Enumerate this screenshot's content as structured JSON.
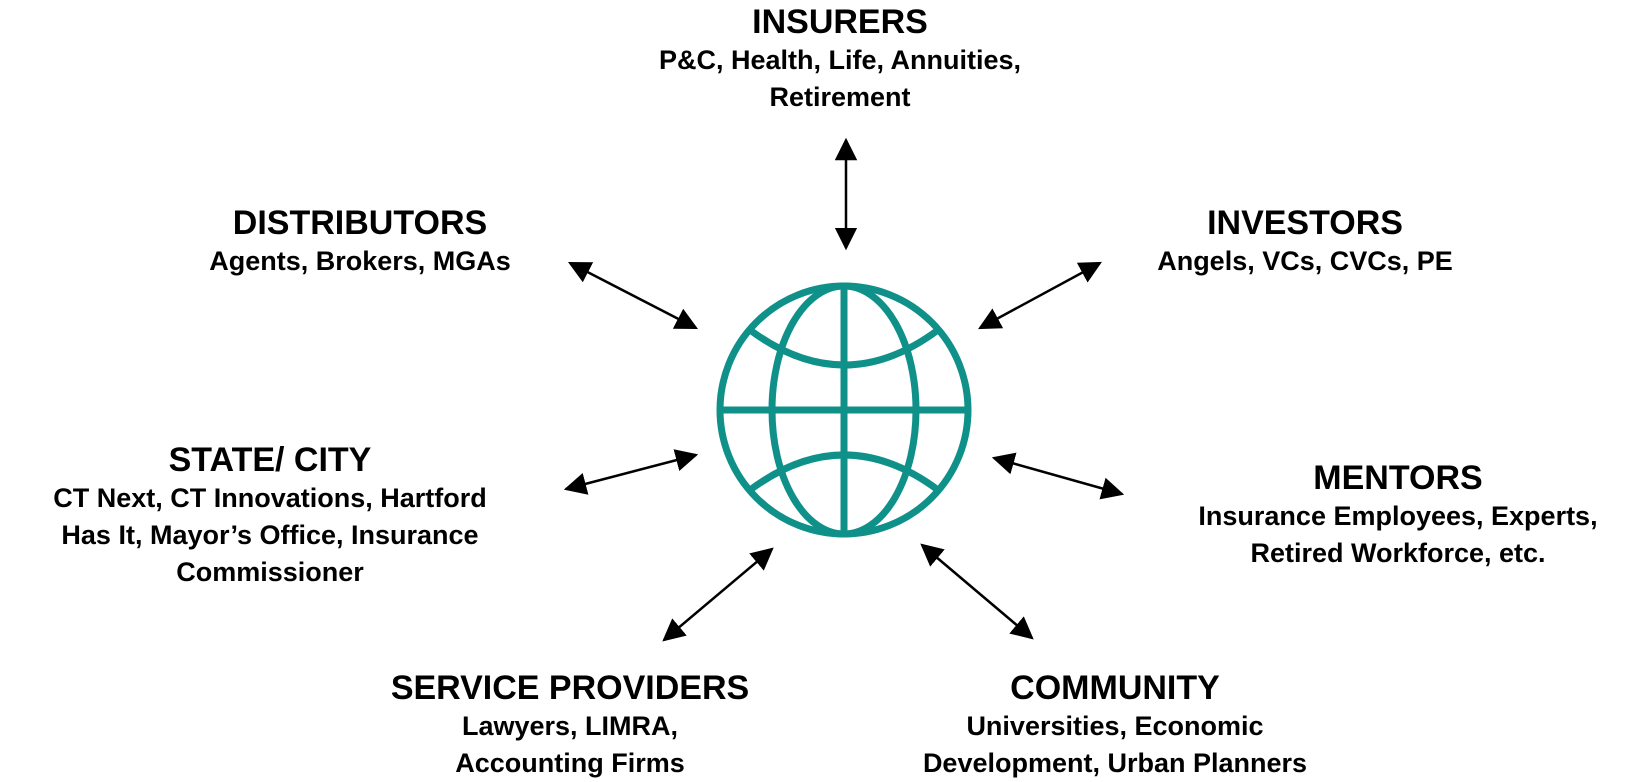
{
  "nodes": {
    "insurers": {
      "title": "INSURERS",
      "desc": "P&C, Health, Life, Annuities,\nRetirement"
    },
    "distributors": {
      "title": "DISTRIBUTORS",
      "desc": "Agents, Brokers, MGAs"
    },
    "investors": {
      "title": "INVESTORS",
      "desc": "Angels, VCs, CVCs, PE"
    },
    "state_city": {
      "title": "STATE/ CITY",
      "desc": "CT Next, CT Innovations, Hartford\nHas It,  Mayor’s Office, Insurance\nCommissioner"
    },
    "mentors": {
      "title": "MENTORS",
      "desc": "Insurance Employees, Experts,\nRetired Workforce, etc."
    },
    "service_providers": {
      "title": "SERVICE PROVIDERS",
      "desc": "Lawyers, LIMRA,\nAccounting  Firms"
    },
    "community": {
      "title": "COMMUNITY",
      "desc": "Universities, Economic\nDevelopment, Urban Planners"
    }
  },
  "center": {
    "icon": "globe-icon"
  },
  "colors": {
    "globe": "#0f9189",
    "arrow": "#000000",
    "text": "#000000"
  }
}
